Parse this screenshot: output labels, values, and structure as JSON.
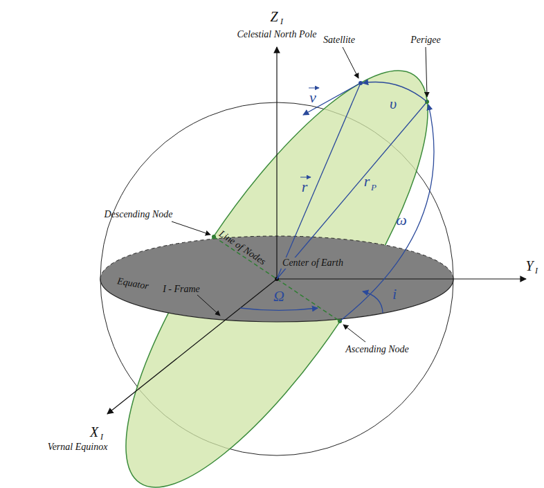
{
  "diagram": {
    "labels": [
      "Z",
      "I",
      "Celestial North Pole",
      "Satellite",
      "Perigee",
      "v",
      "υ",
      "r",
      "r",
      "P",
      "ω",
      "Descending Node",
      "Line of Nodes",
      "Center of Earth",
      "I - Frame",
      "Equator",
      "Y",
      "I",
      "i",
      "Ω",
      "Ascending Node",
      "X",
      "I",
      "Vernal Equinox"
    ]
  }
}
